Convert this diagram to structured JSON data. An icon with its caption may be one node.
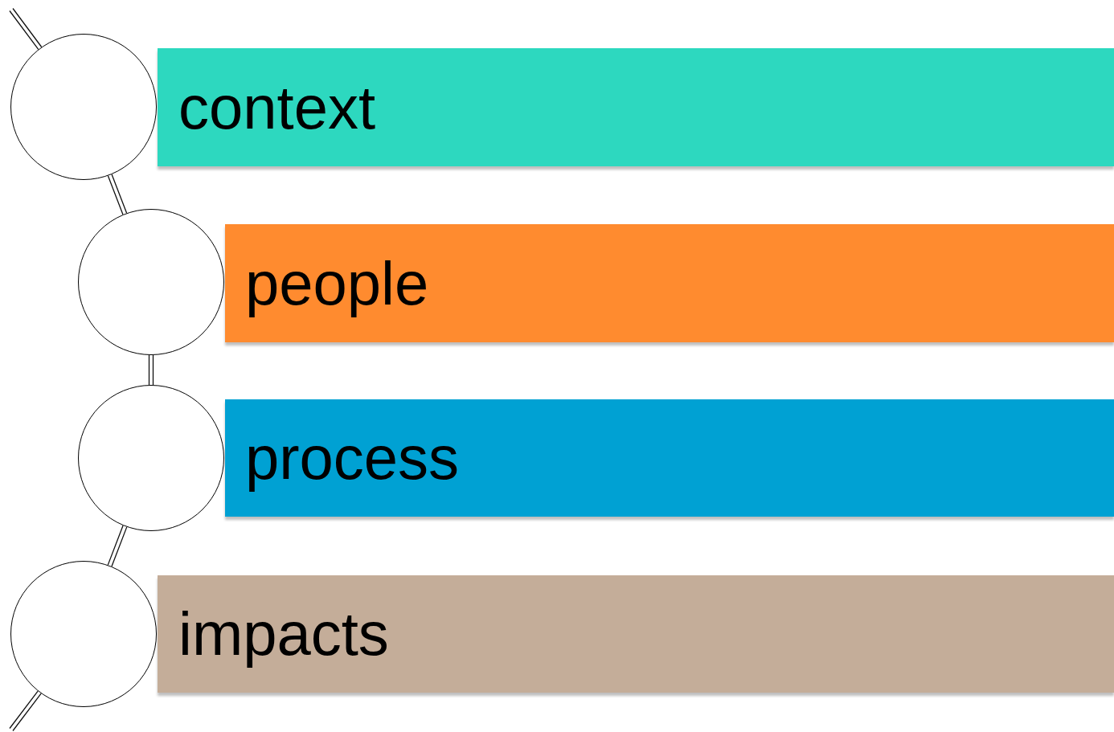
{
  "diagram": {
    "nodes": [
      {
        "text": [
          "context"
        ]
      },
      {
        "text": [
          "people"
        ]
      },
      {
        "text": [
          "process"
        ]
      },
      {
        "text": [
          "impacts"
        ]
      },
      {
        "text": [],
        "shape": "circle"
      },
      {
        "text": [],
        "shape": "circle"
      },
      {
        "text": [],
        "shape": "circle"
      },
      {
        "text": [],
        "shape": "circle"
      }
    ],
    "edges": [
      {
        "from": null,
        "to": 4,
        "arrow": "none"
      },
      {
        "from": 4,
        "to": 5,
        "arrow": "none"
      },
      {
        "from": 5,
        "to": 6,
        "arrow": "none"
      },
      {
        "from": 6,
        "to": 7,
        "arrow": "none"
      },
      {
        "from": 7,
        "to": null,
        "arrow": "none"
      }
    ]
  }
}
